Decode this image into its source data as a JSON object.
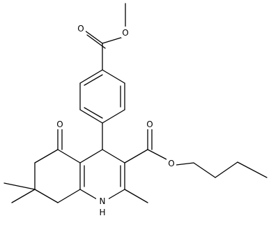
{
  "atom_labels": {
    "ester_top_carbonyl_o": "O",
    "ester_top_ether_o": "O",
    "ketone_o": "O",
    "ester_right_carbonyl_o": "O",
    "ester_right_ether_o": "O",
    "amine_nh": "NH",
    "amine_h": "H",
    "amine_n": "N"
  },
  "colors": {
    "bond": "#000000",
    "label": "#000000",
    "background": "#ffffff"
  }
}
